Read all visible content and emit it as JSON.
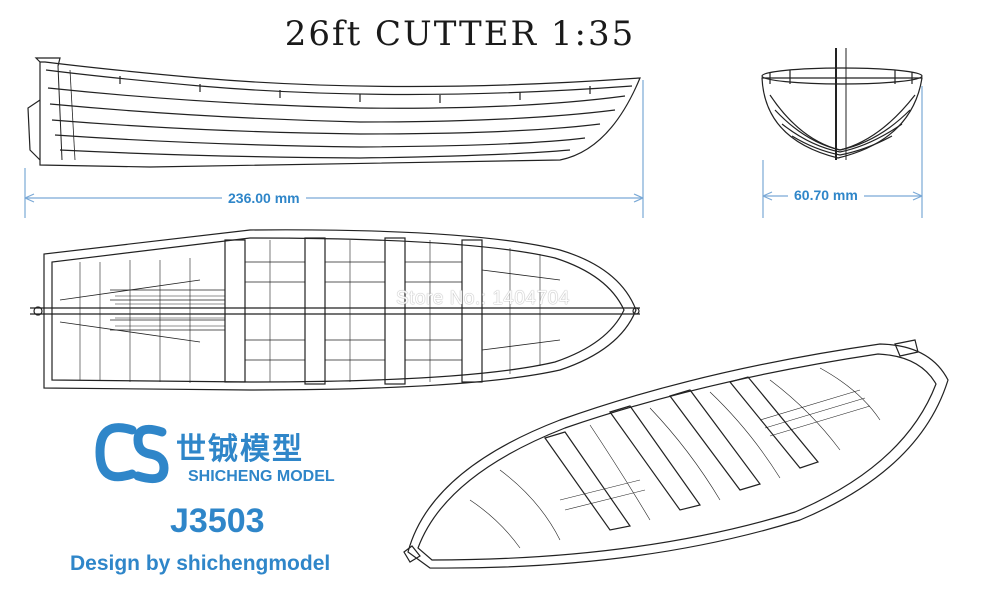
{
  "title": "26ft CUTTER  1:35",
  "dimensions": {
    "length": "236.00 mm",
    "beam": "60.70 mm"
  },
  "watermark": "Store No.: 1404704",
  "brand": {
    "logo_letters": "CS",
    "name_cn": "世铖模型",
    "name_en": "SHICHENG MODEL",
    "model_number": "J3503",
    "design_credit": "Design by shichengmodel"
  },
  "colors": {
    "accent": "#2f86c9",
    "line": "#222222",
    "dimension_line": "#7aa9d6"
  }
}
